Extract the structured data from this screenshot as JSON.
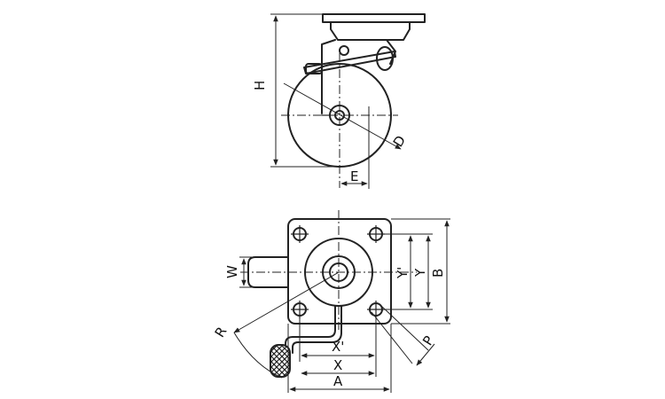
{
  "labels": {
    "H": "H",
    "D": "D",
    "E": "E",
    "W": "W",
    "R": "R",
    "P": "P",
    "X_prime": "X'",
    "X": "X",
    "A": "A",
    "Y_prime": "Y'",
    "Y": "Y",
    "B": "B"
  }
}
